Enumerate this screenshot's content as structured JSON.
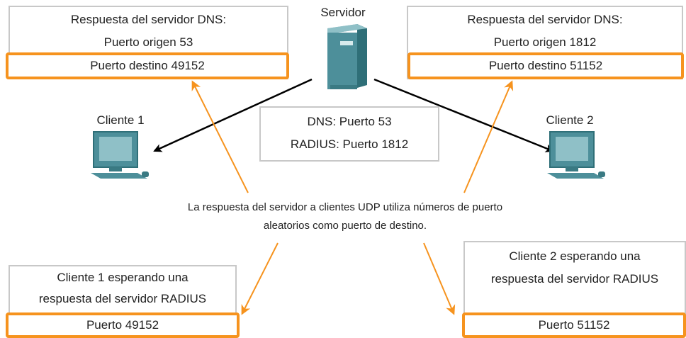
{
  "server": {
    "label": "Servidor"
  },
  "dns_response_left": {
    "title": "Respuesta del servidor DNS:",
    "source_port": "Puerto origen 53",
    "dest_port": "Puerto destino 49152"
  },
  "dns_response_right": {
    "title": "Respuesta del servidor DNS:",
    "source_port": "Puerto origen 1812",
    "dest_port": "Puerto destino 51152"
  },
  "services": {
    "dns": "DNS: Puerto 53",
    "radius": "RADIUS: Puerto 1812"
  },
  "client1": {
    "label": "Cliente 1"
  },
  "client2": {
    "label": "Cliente 2"
  },
  "caption": {
    "line1": "La respuesta del servidor a clientes UDP utiliza números de puerto",
    "line2": "aleatorios como puerto de destino."
  },
  "client1_waiting": {
    "line1": "Cliente 1 esperando una",
    "line2": "respuesta del servidor RADIUS",
    "port": "Puerto 49152"
  },
  "client2_waiting": {
    "line1": "Cliente 2 esperando una",
    "line2": "respuesta del servidor RADIUS",
    "port": "Puerto 51152"
  },
  "colors": {
    "accent_orange": "#f6931e",
    "box_border": "#c8c8c8",
    "device_teal": "#4d8f9a"
  }
}
